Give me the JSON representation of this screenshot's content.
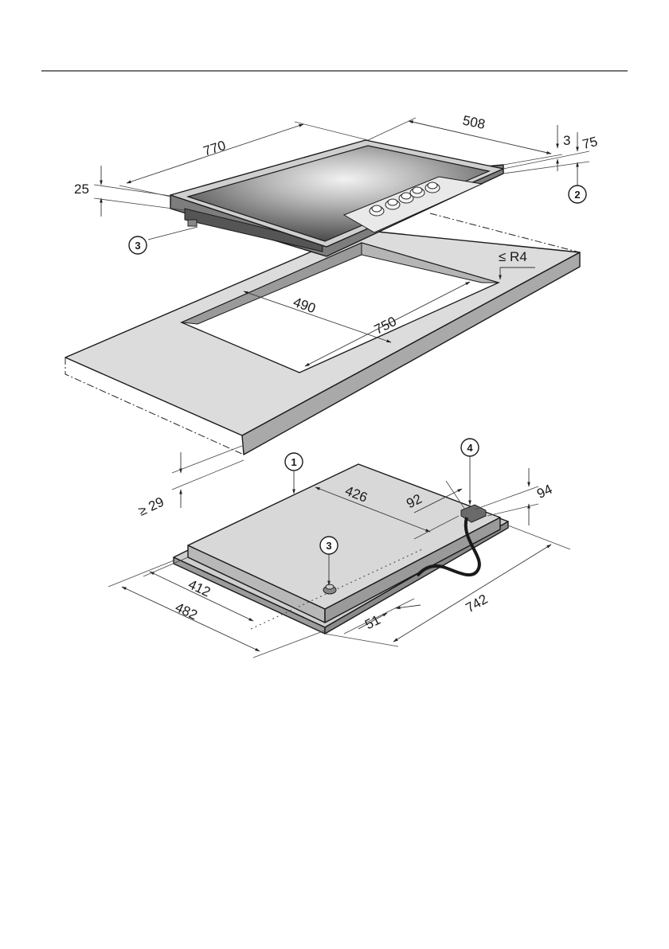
{
  "diagram": {
    "cooktop": {
      "width": "770",
      "depth": "508",
      "frame_height": "25",
      "top_offset": "3",
      "glass_height": "75"
    },
    "cutout": {
      "depth": "490",
      "width": "750",
      "corner_radius": "≤ R4"
    },
    "worktop": {
      "min_thickness": "≥ 29"
    },
    "housing": {
      "depth": "426",
      "connection_offset": "92",
      "connection_height": "94",
      "inner_depth": "412",
      "outer_depth": "482",
      "rear_offset": "51",
      "length": "742"
    },
    "callouts": [
      "1",
      "2",
      "3",
      "4"
    ]
  }
}
